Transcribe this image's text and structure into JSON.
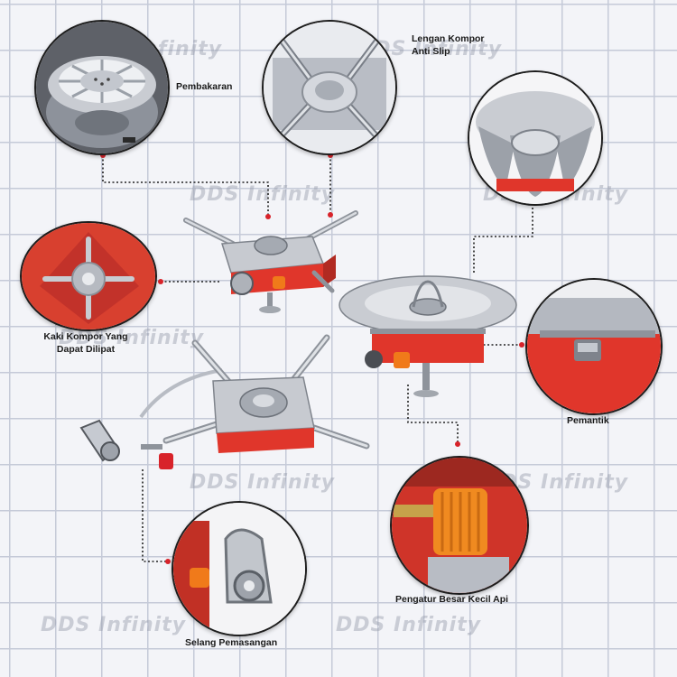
{
  "watermark_text": "DDS Infinity",
  "labels": {
    "burner": "Pembakaran",
    "anti_slip_arm_line1": "Lengan Kompor",
    "anti_slip_arm_line2": "Anti Slip",
    "folding_legs_line1": "Kaki Kompor Yang",
    "folding_legs_line2": "Dapat Dilipat",
    "igniter": "Pemantik",
    "flame_regulator": "Pengatur Besar Kecil Api",
    "hose": "Selang Pemasangan"
  },
  "colors": {
    "stove_red": "#e0362b",
    "knob_orange": "#f07a1a",
    "connector_red": "#d8232a",
    "steel": "#b8bcc4"
  }
}
